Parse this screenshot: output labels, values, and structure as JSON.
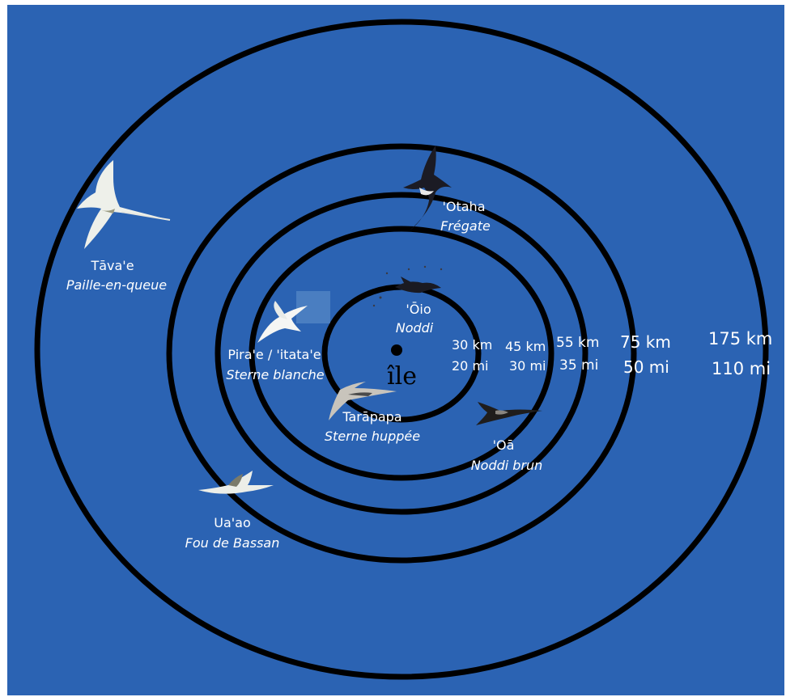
{
  "colors": {
    "background": "#2b63b3",
    "rings": "#000000",
    "text": "#ffffff"
  },
  "island": {
    "label": "île"
  },
  "rings": [
    {
      "km": "30 km",
      "mi": "20 mi"
    },
    {
      "km": "45 km",
      "mi": "30 mi"
    },
    {
      "km": "55 km",
      "mi": "35 mi"
    },
    {
      "km": "75 km",
      "mi": "50 mi"
    },
    {
      "km": "175 km",
      "mi": "110 mi"
    }
  ],
  "birds": [
    {
      "name": "'Ōio",
      "latin": "Noddi",
      "icon": "black-noddi-icon"
    },
    {
      "name": "'Otaha",
      "latin": "Frégate",
      "icon": "frigatebird-icon"
    },
    {
      "name": "Tāva'e",
      "latin": "Paille-en-queue",
      "icon": "tropicbird-icon"
    },
    {
      "name": "Pira'e / 'itata'e",
      "latin": "Sterne blanche",
      "icon": "white-tern-icon"
    },
    {
      "name": "Tarāpapa",
      "latin": "Sterne huppée",
      "icon": "crested-tern-icon"
    },
    {
      "name": "'Oā",
      "latin": "Noddi brun",
      "icon": "brown-noddi-icon"
    },
    {
      "name": "Ua'ao",
      "latin": "Fou de Bassan",
      "icon": "booby-icon"
    }
  ]
}
